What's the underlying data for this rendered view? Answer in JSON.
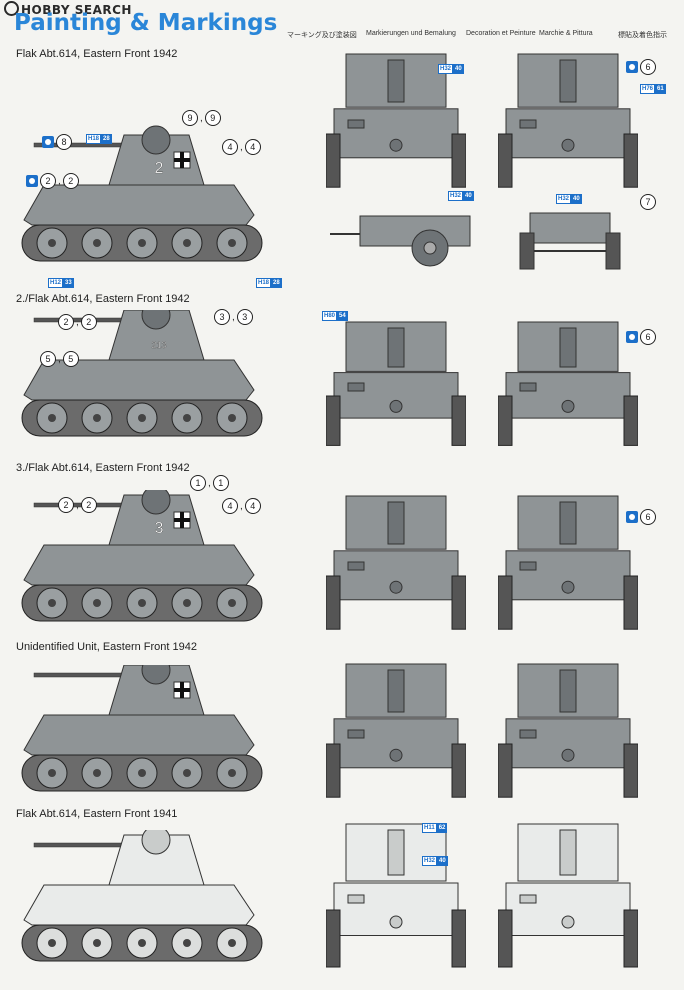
{
  "header": {
    "logo": "HOBBY SEARCH",
    "title": "Painting & Markings",
    "languages": [
      "マーキング及び塗装図",
      "Markierungen und Bemalung",
      "Decoration et Peinture",
      "Marchie & Pittura",
      "標貼及着色指示"
    ]
  },
  "colors": {
    "accent": "#2a86d8",
    "paint_code": "#1c6fc9",
    "grey": "#8f9496",
    "grey_dark": "#6e7376",
    "white": "#e9ebea"
  },
  "sections": [
    {
      "title": "Flak Abt.614, Eastern Front 1942",
      "turret_number": "2"
    },
    {
      "title": "2./Flak Abt.614, Eastern Front 1942",
      "turret_number": "213"
    },
    {
      "title": "3./Flak Abt.614, Eastern Front 1942",
      "turret_number": "3"
    },
    {
      "title": "Unidentified Unit, Eastern Front 1942",
      "turret_number": ""
    },
    {
      "title": "Flak Abt.614, Eastern Front 1941",
      "turret_number": ""
    }
  ],
  "callouts": {
    "s1_c8": {
      "nums": [
        "8"
      ],
      "decal": true
    },
    "s1_c2": {
      "nums": [
        "2",
        "2"
      ],
      "decal": true
    },
    "s1_c9": {
      "nums": [
        "9",
        "9"
      ],
      "decal": false
    },
    "s1_c4": {
      "nums": [
        "4",
        "4"
      ],
      "decal": false
    },
    "s1_c6": {
      "nums": [
        "6"
      ],
      "decal": true
    },
    "s1_c7": {
      "nums": [
        "7"
      ],
      "decal": false
    },
    "s2_c2": {
      "nums": [
        "2",
        "2"
      ],
      "decal": false
    },
    "s2_c3": {
      "nums": [
        "3",
        "3"
      ],
      "decal": false
    },
    "s2_c5": {
      "nums": [
        "5",
        "5"
      ],
      "decal": false
    },
    "s2_c6": {
      "nums": [
        "6"
      ],
      "decal": true
    },
    "s3_c1": {
      "nums": [
        "1",
        "1"
      ],
      "decal": false
    },
    "s3_c2": {
      "nums": [
        "2",
        "2"
      ],
      "decal": false
    },
    "s3_c4": {
      "nums": [
        "4",
        "4"
      ],
      "decal": false
    },
    "s3_c6": {
      "nums": [
        "6"
      ],
      "decal": true
    }
  },
  "paint_codes": {
    "p1": {
      "h": "H",
      "num": "18",
      "code": "28"
    },
    "p2": {
      "h": "H",
      "num": "32",
      "code": "40"
    },
    "p3": {
      "h": "H",
      "num": "76",
      "code": "61"
    },
    "p4": {
      "h": "H",
      "num": "32",
      "code": "40"
    },
    "p5": {
      "h": "H",
      "num": "32",
      "code": "40"
    },
    "p6": {
      "h": "H",
      "num": "12",
      "code": "33"
    },
    "p7": {
      "h": "H",
      "num": "18",
      "code": "28"
    },
    "p8": {
      "h": "H",
      "num": "80",
      "code": "54"
    },
    "p9": {
      "h": "H",
      "num": "11",
      "code": "62"
    },
    "p10": {
      "h": "H",
      "num": "32",
      "code": "40"
    }
  }
}
